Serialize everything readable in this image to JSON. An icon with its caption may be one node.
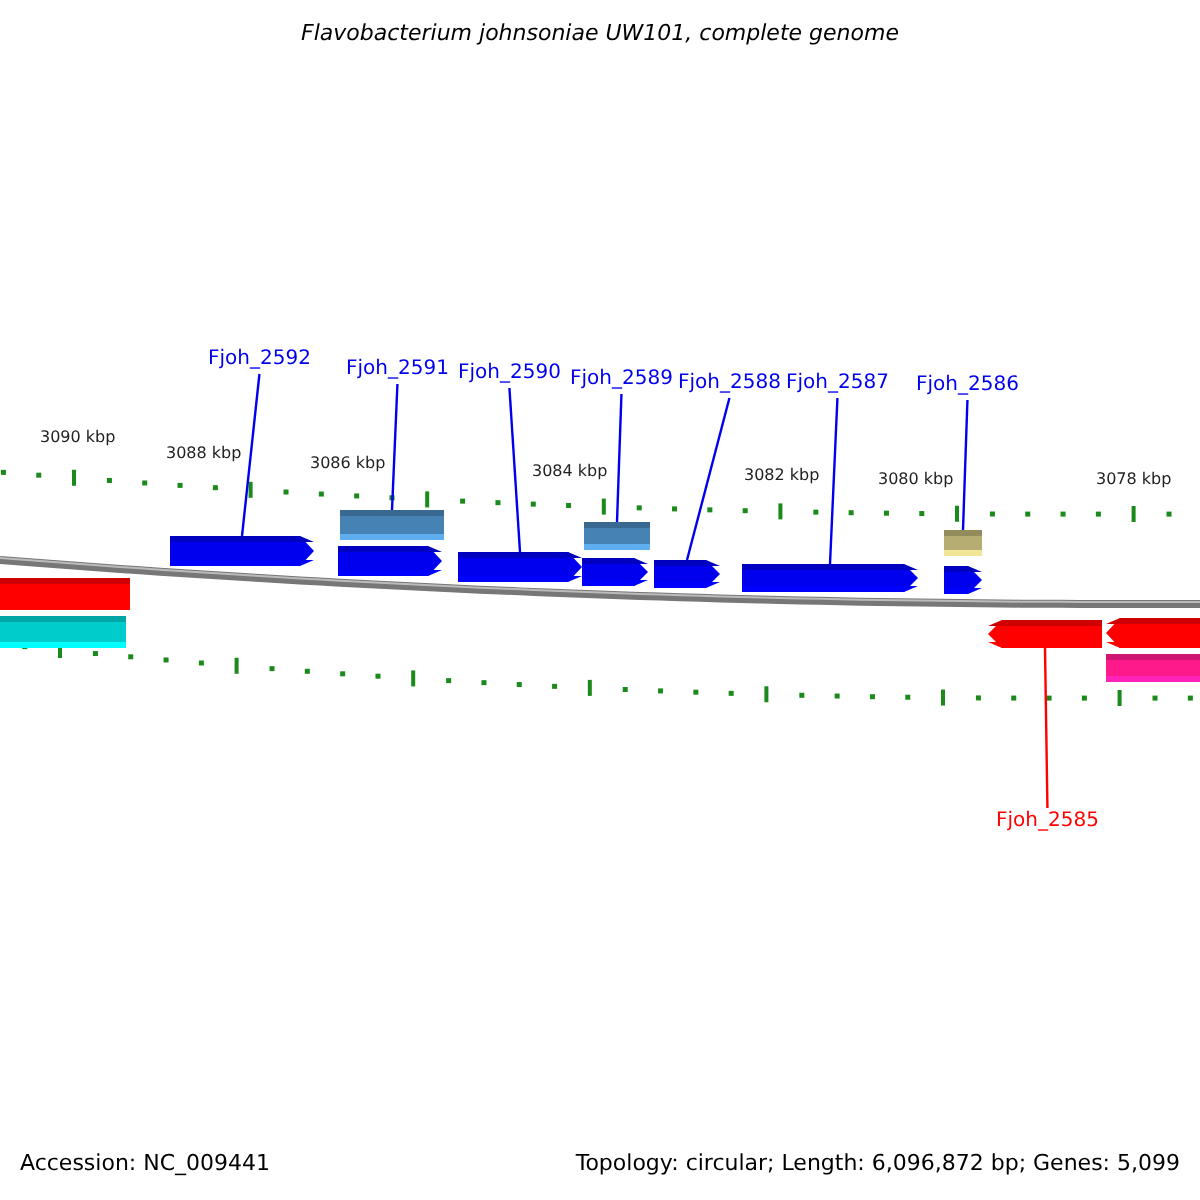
{
  "diagram": {
    "title": "Flavobacterium johnsoniae UW101, complete genome",
    "nodes": [
      {
        "text": [
          "Fjoh_2592"
        ]
      },
      {
        "text": [
          "Fjoh_2591"
        ]
      },
      {
        "text": [
          "Fjoh_2590"
        ]
      },
      {
        "text": [
          "Fjoh_2589"
        ]
      },
      {
        "text": [
          "Fjoh_2588"
        ]
      },
      {
        "text": [
          "Fjoh_2587"
        ]
      },
      {
        "text": [
          "Fjoh_2586"
        ]
      },
      {
        "text": [
          "Fjoh_2585"
        ]
      },
      {
        "text": [],
        "shape": "bar"
      },
      {
        "text": [],
        "shape": "bar"
      },
      {
        "text": [],
        "shape": "pentagon"
      },
      {
        "text": [],
        "shape": "bar"
      },
      {
        "text": [],
        "shape": "pentagon"
      },
      {
        "text": [],
        "shape": "pentagon"
      },
      {
        "text": [],
        "shape": "pentagon"
      },
      {
        "text": [],
        "shape": "bar"
      },
      {
        "text": [],
        "shape": "pentagon"
      },
      {
        "text": [],
        "shape": "pentagon"
      },
      {
        "text": [],
        "shape": "bar"
      },
      {
        "text": [],
        "shape": "pentagon"
      },
      {
        "text": [],
        "shape": "pentagon"
      },
      {
        "text": [],
        "shape": "pentagon"
      },
      {
        "text": [],
        "shape": "bar"
      }
    ],
    "edges": [
      {
        "from": 0,
        "to": 10,
        "arrow": "none"
      },
      {
        "from": 1,
        "to": 11,
        "arrow": "none"
      },
      {
        "from": 2,
        "to": 13,
        "arrow": "none"
      },
      {
        "from": 3,
        "to": 15,
        "arrow": "none"
      },
      {
        "from": 4,
        "to": 16,
        "arrow": "none"
      },
      {
        "from": 5,
        "to": 17,
        "arrow": "none"
      },
      {
        "from": 6,
        "to": 18,
        "arrow": "none"
      },
      {
        "from": 7,
        "to": 20,
        "arrow": "none",
        "color": "#ff0000"
      }
    ],
    "labels": [
      "3090 kbp",
      "3088 kbp",
      "3086 kbp",
      "3084 kbp",
      "3082 kbp",
      "3080 kbp",
      "3078 kbp",
      "Accession: NC_009441",
      "Topology: circular; Length: 6,096,872 bp; Genes: 5,099"
    ]
  }
}
